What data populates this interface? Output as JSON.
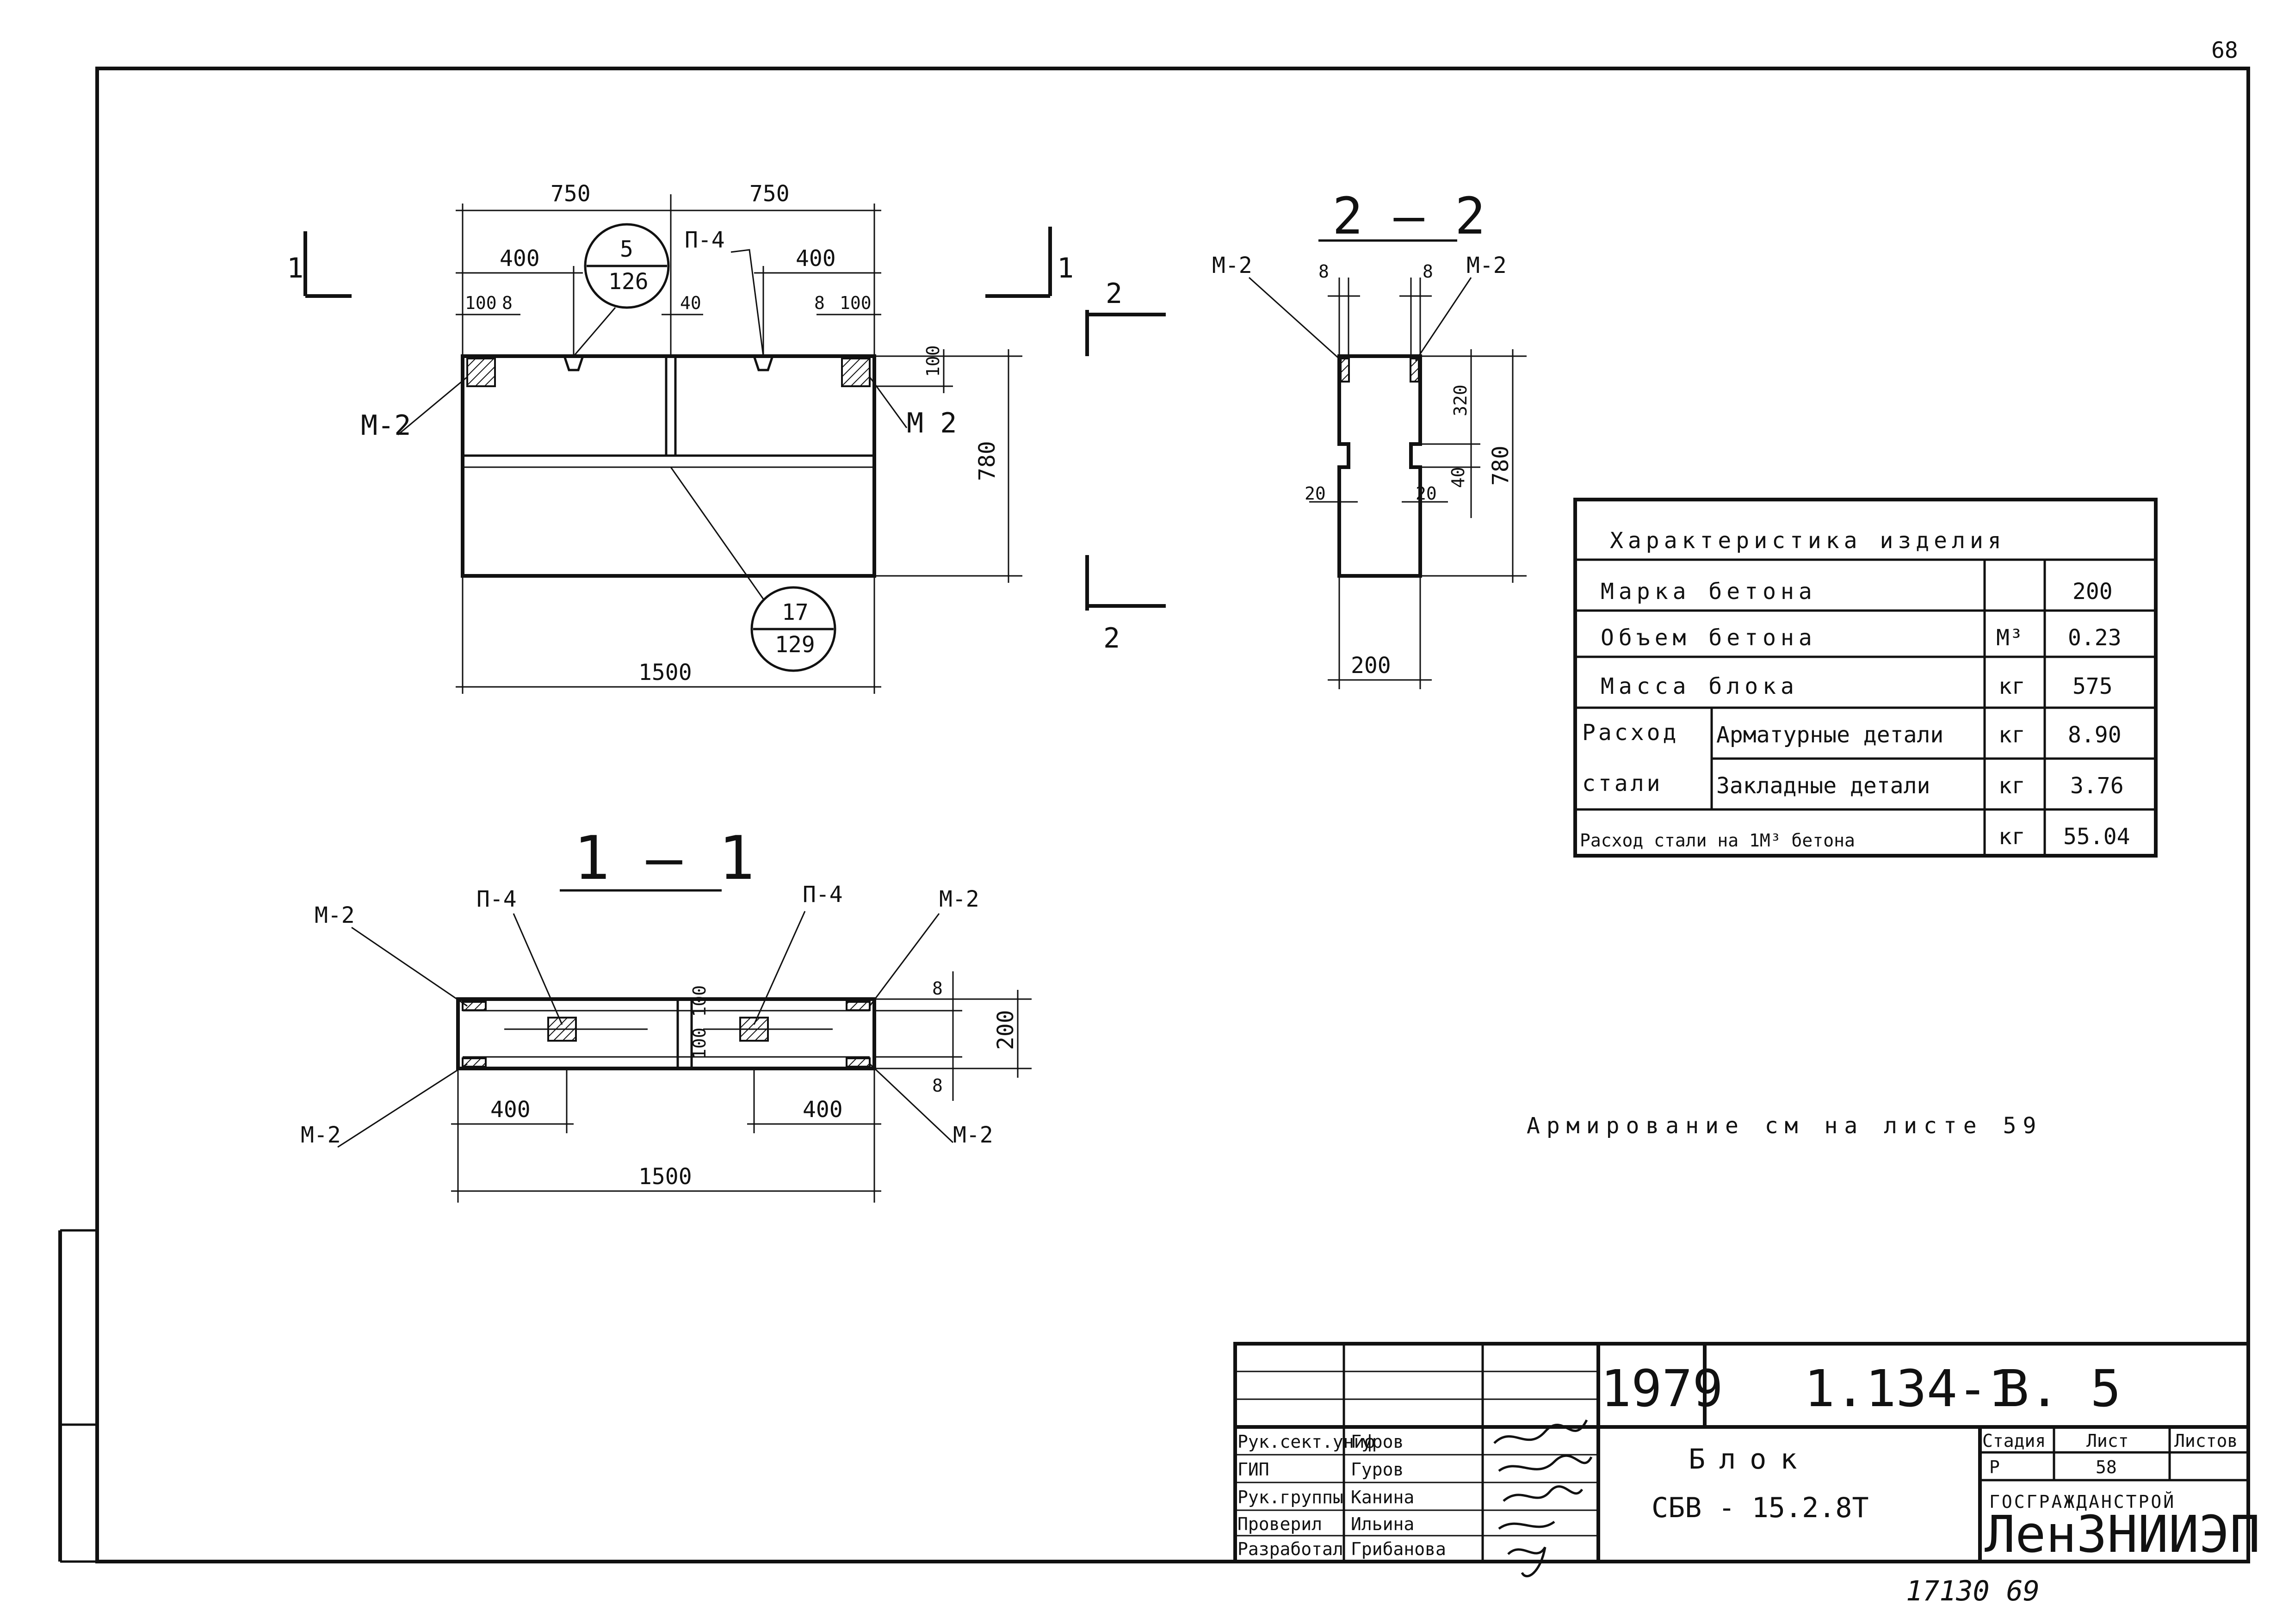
{
  "sheet": {
    "page_number": "68",
    "footer_number": "17130  69"
  },
  "elevation": {
    "dims": {
      "left_half": "750",
      "right_half": "750",
      "left_400": "400",
      "right_400": "400",
      "left_100": "100",
      "left_8": "8",
      "mid_40": "40",
      "right_8": "8",
      "right_100": "100",
      "top_100": "100",
      "height": "780",
      "length": "1500"
    },
    "labels": {
      "m2_left": "М-2",
      "m2_right": "М 2",
      "p4": "П-4",
      "cut_1_left": "1",
      "cut_1_right": "1",
      "cut_2_top": "2",
      "cut_2_bottom": "2"
    },
    "callout_top": {
      "num": "5",
      "den": "126"
    },
    "callout_bottom": {
      "num": "17",
      "den": "129"
    }
  },
  "section_2_2": {
    "title": "2 — 2",
    "labels": {
      "m2_left": "М-2",
      "m2_right": "М-2"
    },
    "dims": {
      "top_left_8": "8",
      "top_right_8": "8",
      "upper_320": "320",
      "total_780": "780",
      "mid_40": "40",
      "left_20": "20",
      "right_20": "20",
      "width_200": "200"
    }
  },
  "section_1_1": {
    "title": "1 — 1",
    "labels": {
      "m2_top_left": "М-2",
      "m2_top_right": "М-2",
      "m2_bottom_left": "М-2",
      "m2_bottom_right": "М-2",
      "p4_left": "П-4",
      "p4_right": "П-4"
    },
    "dims": {
      "left_400": "400",
      "right_400": "400",
      "length": "1500",
      "mid_100_100": "100 100",
      "top_8": "8",
      "bottom_8": "8",
      "width_200": "200"
    }
  },
  "spec_table": {
    "title": "Характеристика изделия",
    "rows": [
      {
        "label": "Марка бетона",
        "unit": "",
        "value": "200"
      },
      {
        "label": "Объем бетона",
        "unit": "М³",
        "value": "0.23"
      },
      {
        "label": "Масса блока",
        "unit": "кг",
        "value": "575"
      },
      {
        "group": "Расход",
        "label": "Арматурные детали",
        "unit": "кг",
        "value": "8.90"
      },
      {
        "group": "стали",
        "label": "Закладные детали",
        "unit": "кг",
        "value": "3.76"
      },
      {
        "label": "Расход стали на 1М³ бетона",
        "unit": "кг",
        "value": "55.04"
      }
    ]
  },
  "note": "Армирование см на листе 59",
  "title_block": {
    "year": "1979",
    "series": "1.134-1",
    "issue": "В. 5",
    "name": "Блок",
    "mark": "СБВ - 15.2.8Т",
    "org_top": "ГОСГРАЖДАНСТРОЙ",
    "org": "ЛенЗНИИЭП",
    "stage_label": "Стадия",
    "sheet_label": "Лист",
    "sheets_label": "Листов",
    "stage": "Р",
    "sheet_no": "58",
    "sheets_total": "",
    "people": [
      {
        "role": "Рук.сект.униф",
        "name": "Гуров"
      },
      {
        "role": "ГИП",
        "name": "Гуров"
      },
      {
        "role": "Рук.группы",
        "name": "Канина"
      },
      {
        "role": "Проверил",
        "name": "Ильина"
      },
      {
        "role": "Разработал",
        "name": "Грибанова"
      }
    ]
  }
}
